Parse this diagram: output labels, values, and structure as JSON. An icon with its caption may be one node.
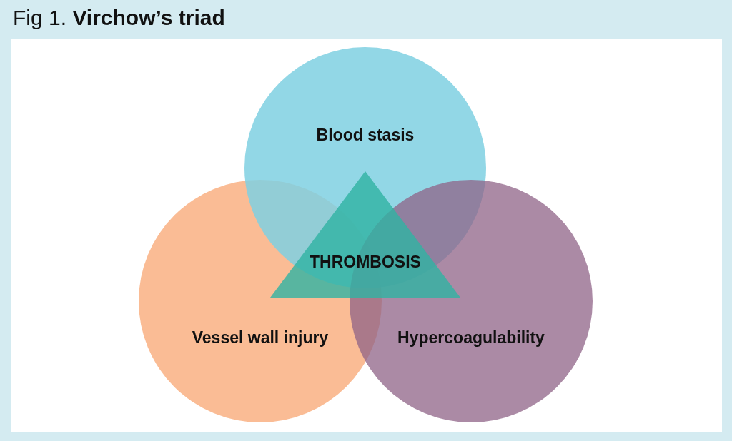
{
  "diagram": {
    "title": "Fig 1. **Virchow’s triad**",
    "nodes": [
      {
        "text": [
          "Blood stasis"
        ]
      },
      {
        "text": [
          "Vessel wall injury"
        ]
      },
      {
        "text": [
          "Hypercoagulability"
        ]
      },
      {
        "text": [
          "THROMBOSIS"
        ]
      }
    ],
    "edges": []
  }
}
